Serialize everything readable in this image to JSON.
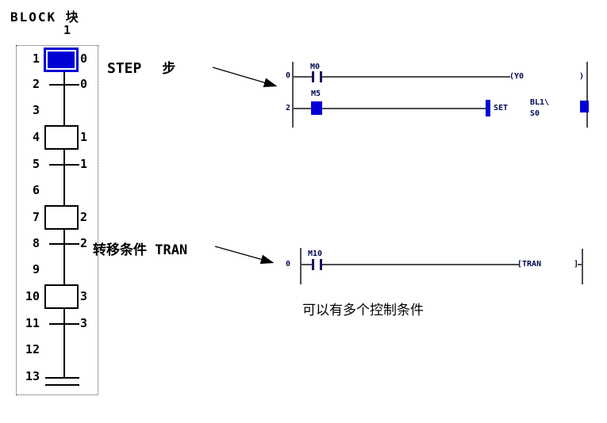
{
  "colors": {
    "accent_blue": "#0000d4"
  },
  "header": {
    "title": "BLOCK 块",
    "column_number": "1"
  },
  "sfc": {
    "row_numbers": [
      "1",
      "2",
      "3",
      "4",
      "5",
      "6",
      "7",
      "8",
      "9",
      "10",
      "11",
      "12",
      "13"
    ],
    "active_step_label": "0",
    "step_labels": [
      "1",
      "2",
      "3"
    ],
    "transition_labels": [
      "0",
      "1",
      "2",
      "3"
    ]
  },
  "annotations": {
    "step_en": "STEP",
    "step_cn": "步",
    "tran": "转移条件 TRAN",
    "note": "可以有多个控制条件"
  },
  "ladder_step": {
    "row1": {
      "num": "0",
      "contact": "M0",
      "coil": "(Y0",
      "coil_close": ")"
    },
    "row2": {
      "num": "2",
      "contact": "M5",
      "instr": "SET",
      "operand_line1": "BL1\\",
      "operand_line2": "S0"
    }
  },
  "ladder_tran": {
    "num": "0",
    "contact": "M10",
    "instr": "[TRAN",
    "instr_close": "]"
  }
}
